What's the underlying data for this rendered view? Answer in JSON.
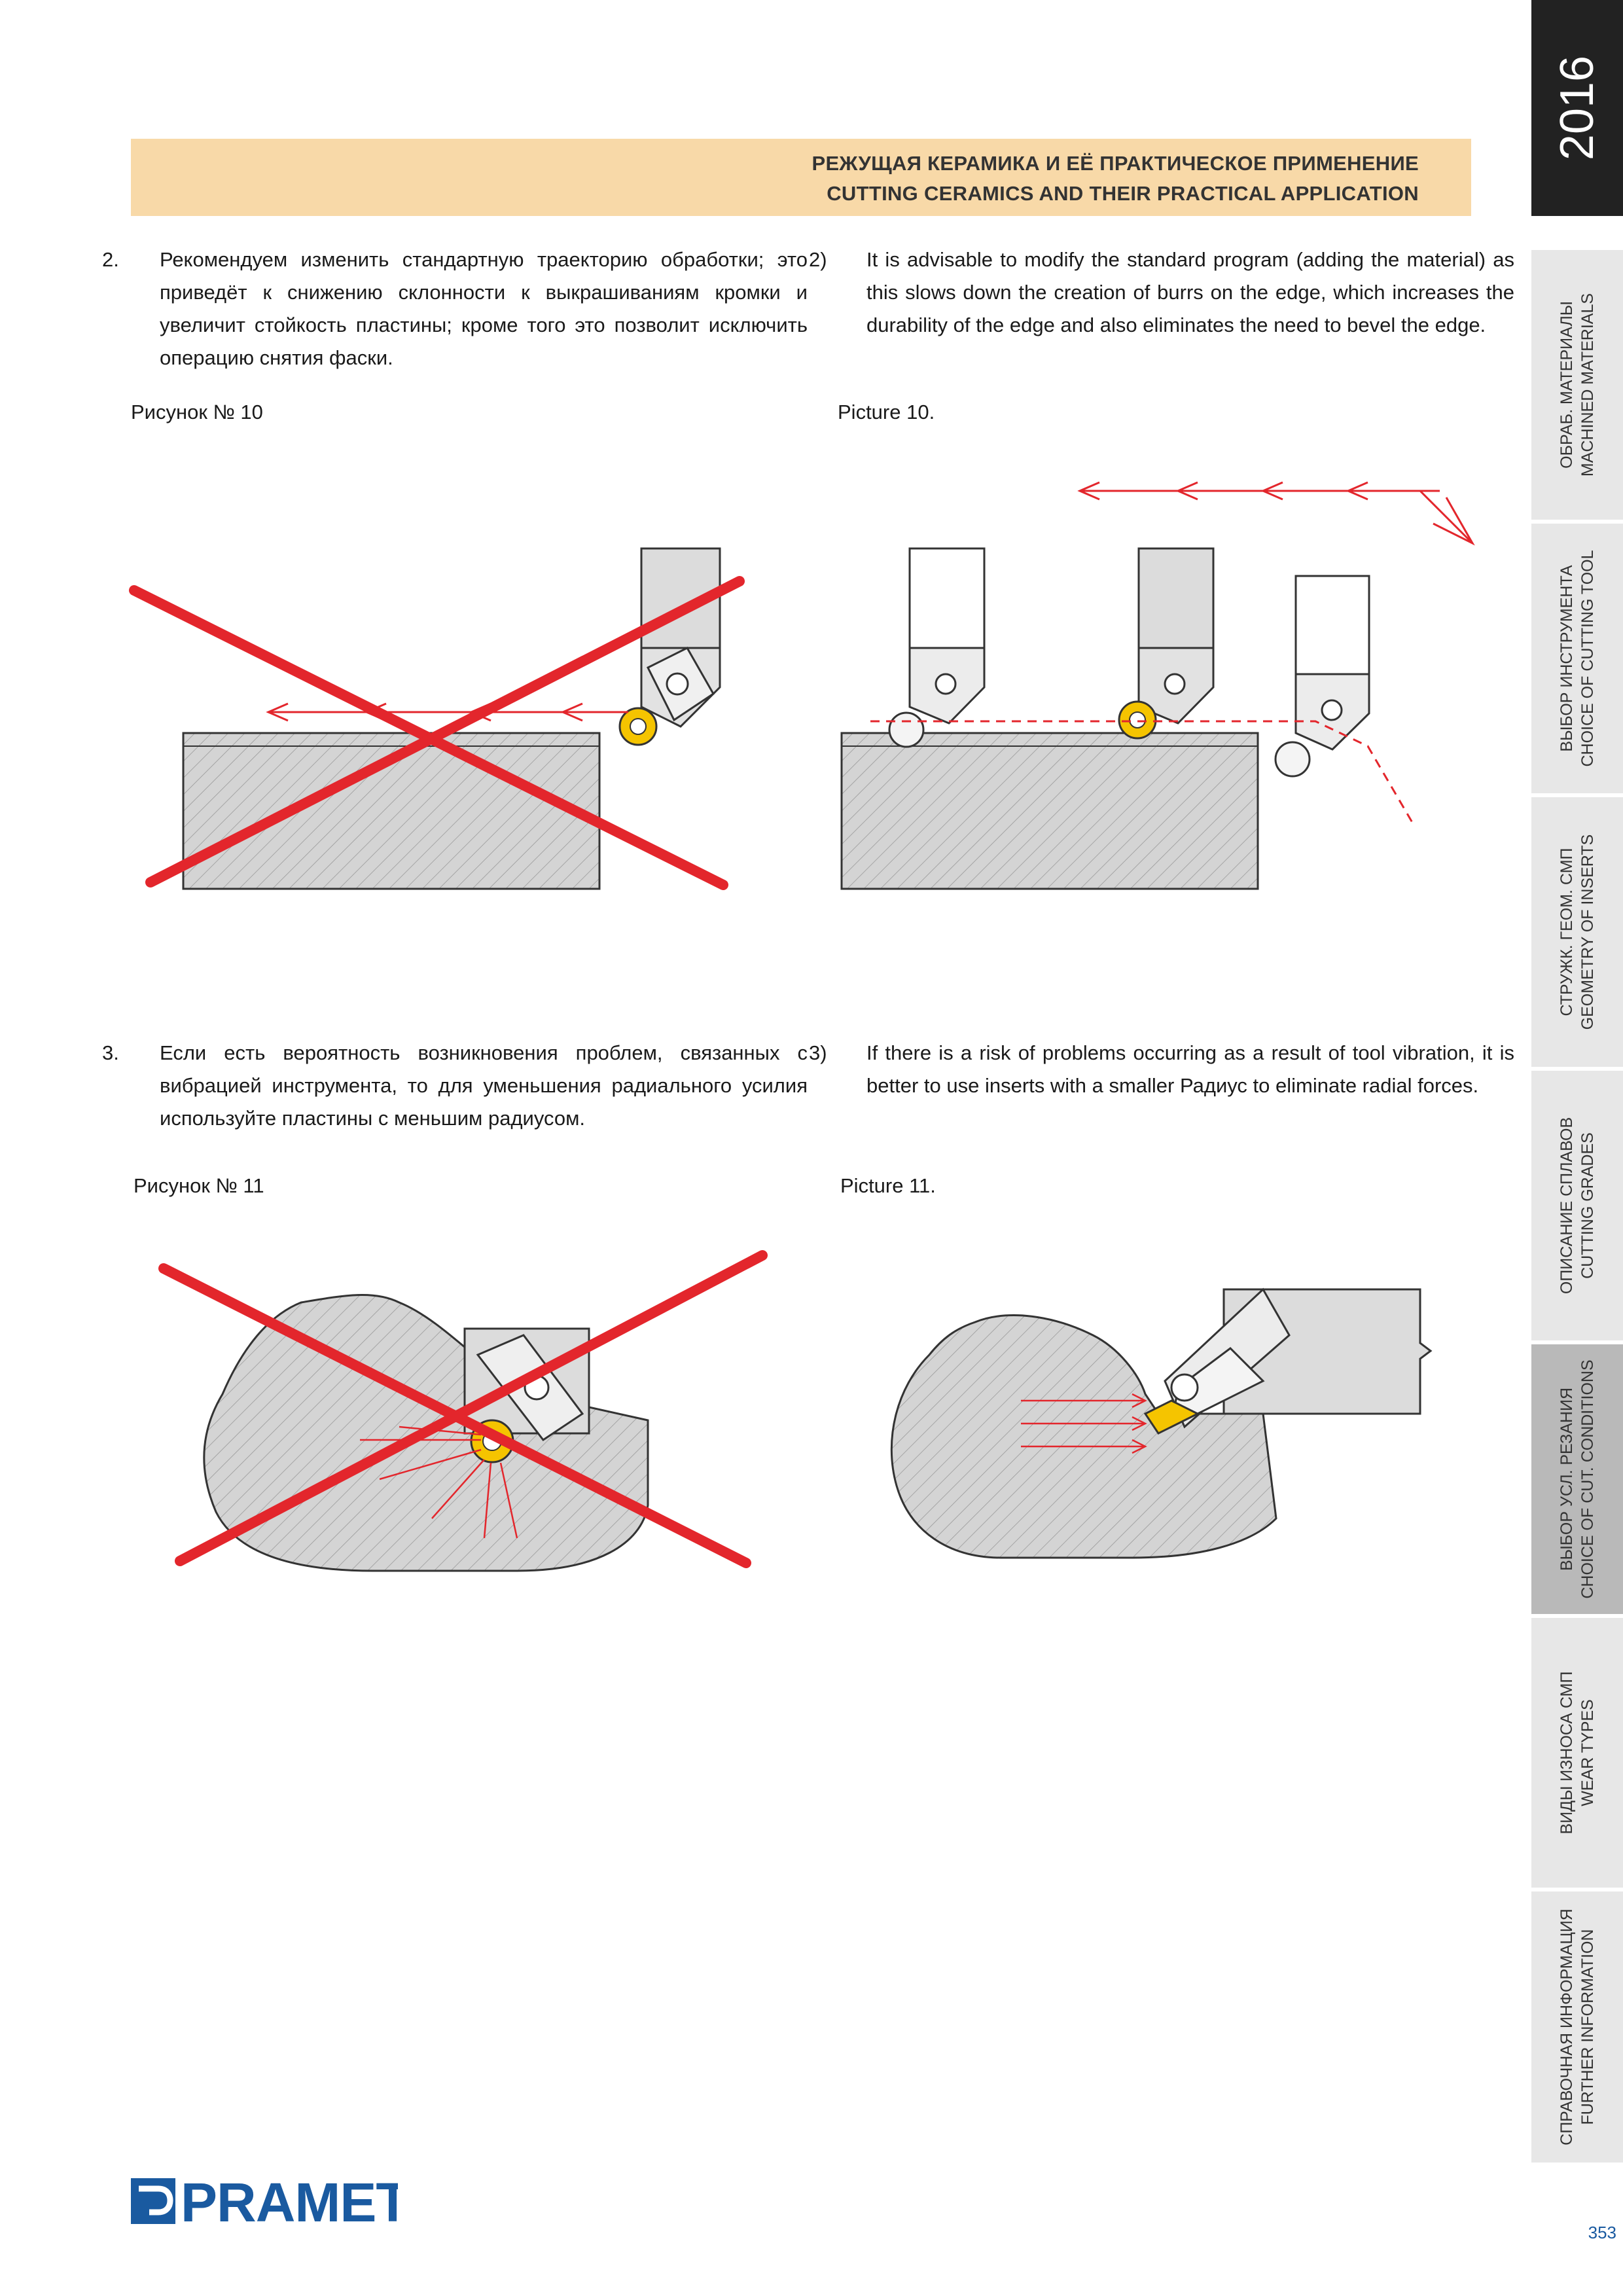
{
  "header": {
    "title_ru": "РЕЖУЩАЯ КЕРАМИКА И ЕЁ ПРАКТИЧЕСКОЕ ПРИМЕНЕНИЕ",
    "title_en": "CUTTING CERAMICS AND THEIR PRACTICAL APPLICATION"
  },
  "sidebar": {
    "year": "2016",
    "tabs": [
      {
        "ru": "ОБРАБ. МАТЕРИАЛЫ",
        "en": "MACHINED MATERIALS"
      },
      {
        "ru": "ВЫБОР ИНСТРУМЕНТА",
        "en": "CHOICE OF CUTTING TOOL"
      },
      {
        "ru": "СТРУЖК. ГЕОМ. СМП",
        "en": "GEOMETRY OF INSERTS"
      },
      {
        "ru": "ОПИСАНИЕ СПЛАВОВ",
        "en": "CUTTING GRADES"
      },
      {
        "ru": "ВЫБОР УСЛ. РЕЗАНИЯ",
        "en": "CHOICE OF CUT. CONDITIONS"
      },
      {
        "ru": "ВИДЫ ИЗНОСА СМП",
        "en": "WEAR TYPES"
      },
      {
        "ru": "СПРАВОЧНАЯ ИНФОРМАЦИЯ",
        "en": "FURTHER INFORMATION"
      }
    ]
  },
  "section2": {
    "ru_num": "2.",
    "ru_text": "Рекомендуем изменить стандартную траекторию обработки; это приведёт к снижению склонности к выкрашиваниям кромки и увеличит стойкость пластины; кроме того это позволит исключить операцию снятия фаски.",
    "en_num": "2)",
    "en_text": "It is advisable to modify the standard program (adding the material) as this slows down the creation of burrs on the edge, which increases the durability of the edge and also eliminates the need to bevel the edge.",
    "caption_ru": "Рисунок № 10",
    "caption_en": "Picture 10."
  },
  "section3": {
    "ru_num": "3.",
    "ru_text": "Если есть вероятность возникновения проблем, связанных с вибрацией инструмента, то для уменьшения радиального усилия используйте пластины с меньшим радиусом.",
    "en_num": "3)",
    "en_text": "If there is a risk of problems occurring as a result of tool vibration, it is better to use inserts with a smaller Радиус to eliminate radial forces.",
    "caption_ru": "Рисунок № 11",
    "caption_en": "Picture 11."
  },
  "footer": {
    "logo_text": "PRAMET",
    "page_number": "353"
  },
  "colors": {
    "header_band": "#f8d9a8",
    "warning_red": "#e3262c",
    "insert_yellow": "#f5c400",
    "brand_blue": "#1a5aa0",
    "tab_active": "#b9b9b9",
    "tab_inactive": "#e7e7e7"
  }
}
